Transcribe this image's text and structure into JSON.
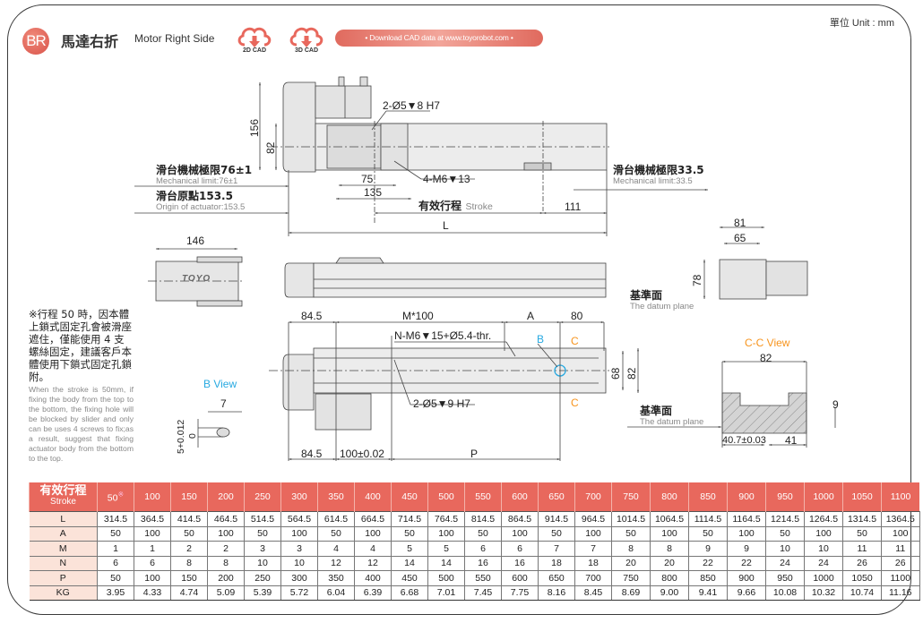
{
  "header": {
    "badge": "BR",
    "title_cn": "馬達右折",
    "title_en": "Motor Right Side",
    "cad_2d": "2D CAD",
    "cad_3d": "3D CAD",
    "download": "• Download CAD data at www.toyorobot.com •",
    "unit": "單位 Unit : mm",
    "brand_color": "#e8685d"
  },
  "top_view": {
    "dim_156": "156",
    "dim_82": "82",
    "dim_75": "75",
    "dim_135": "135",
    "dim_111": "111",
    "dim_L": "L",
    "hole_pin": "2-Ø5▼8 H7",
    "hole_m6": "4-M6▼13",
    "mech_limit_left_cn": "滑台機械極限76±1",
    "mech_limit_left_en": "Mechanical limit:76±1",
    "origin_cn": "滑台原點153.5",
    "origin_en": "Origin of actuator:153.5",
    "stroke_cn": "有效行程",
    "stroke_en": "Stroke",
    "mech_limit_right_cn": "滑台機械極限33.5",
    "mech_limit_right_en": "Mechanical limit:33.5"
  },
  "end_view_left": {
    "dim_146": "146",
    "logo": "TOYO"
  },
  "end_view_right": {
    "dim_81": "81",
    "dim_65": "65",
    "dim_78": "78",
    "datum_cn": "基準面",
    "datum_en": "The datum plane"
  },
  "note": {
    "cn": "※行程 50 時，因本體上鎖式固定孔會被滑座遮住，僅能使用 4 支螺絲固定，建議客戶本體使用下鎖式固定孔鎖附。",
    "en": "When the stroke is 50mm, if fixing the body from the top to the bottom, the fixing hole will be blocked by slider and only can be uses 4 screws to fix;as a result, suggest that fixing actuator body from the bottom to the top."
  },
  "bottom_view": {
    "dim_84_5_top": "84.5",
    "dim_M100": "M*100",
    "dim_A": "A",
    "dim_80": "80",
    "hole_nm6": "N-M6▼15+Ø5.4-thr.",
    "hole_pin": "2-Ø5▼9 H7",
    "label_B": "B",
    "label_C": "C",
    "dim_68": "68",
    "dim_82": "82",
    "dim_84_5_bottom": "84.5",
    "dim_100": "100±0.02",
    "dim_P": "P"
  },
  "b_view": {
    "title": "B View",
    "dim_7": "7",
    "dim_5": "5+0.012",
    "dim_5_lower": "0"
  },
  "cc_view": {
    "title": "C-C View",
    "dim_82": "82",
    "dim_9": "9",
    "dim_40_7": "40.7±0.03",
    "dim_41": "41",
    "datum_cn": "基準面",
    "datum_en": "The datum plane"
  },
  "table": {
    "header_cn": "有效行程",
    "header_en": "Stroke",
    "note_mark": "※",
    "strokes": [
      "50",
      "100",
      "150",
      "200",
      "250",
      "300",
      "350",
      "400",
      "450",
      "500",
      "550",
      "600",
      "650",
      "700",
      "750",
      "800",
      "850",
      "900",
      "950",
      "1000",
      "1050",
      "1100"
    ],
    "rows": [
      {
        "label": "L",
        "values": [
          "314.5",
          "364.5",
          "414.5",
          "464.5",
          "514.5",
          "564.5",
          "614.5",
          "664.5",
          "714.5",
          "764.5",
          "814.5",
          "864.5",
          "914.5",
          "964.5",
          "1014.5",
          "1064.5",
          "1114.5",
          "1164.5",
          "1214.5",
          "1264.5",
          "1314.5",
          "1364.5"
        ]
      },
      {
        "label": "A",
        "values": [
          "50",
          "100",
          "50",
          "100",
          "50",
          "100",
          "50",
          "100",
          "50",
          "100",
          "50",
          "100",
          "50",
          "100",
          "50",
          "100",
          "50",
          "100",
          "50",
          "100",
          "50",
          "100"
        ]
      },
      {
        "label": "M",
        "values": [
          "1",
          "1",
          "2",
          "2",
          "3",
          "3",
          "4",
          "4",
          "5",
          "5",
          "6",
          "6",
          "7",
          "7",
          "8",
          "8",
          "9",
          "9",
          "10",
          "10",
          "11",
          "11"
        ]
      },
      {
        "label": "N",
        "values": [
          "6",
          "6",
          "8",
          "8",
          "10",
          "10",
          "12",
          "12",
          "14",
          "14",
          "16",
          "16",
          "18",
          "18",
          "20",
          "20",
          "22",
          "22",
          "24",
          "24",
          "26",
          "26"
        ]
      },
      {
        "label": "P",
        "values": [
          "50",
          "100",
          "150",
          "200",
          "250",
          "300",
          "350",
          "400",
          "450",
          "500",
          "550",
          "600",
          "650",
          "700",
          "750",
          "800",
          "850",
          "900",
          "950",
          "1000",
          "1050",
          "1100"
        ]
      },
      {
        "label": "KG",
        "values": [
          "3.95",
          "4.33",
          "4.74",
          "5.09",
          "5.39",
          "5.72",
          "6.04",
          "6.39",
          "6.68",
          "7.01",
          "7.45",
          "7.75",
          "8.16",
          "8.45",
          "8.69",
          "9.00",
          "9.41",
          "9.66",
          "10.08",
          "10.32",
          "10.74",
          "11.16"
        ]
      }
    ]
  }
}
